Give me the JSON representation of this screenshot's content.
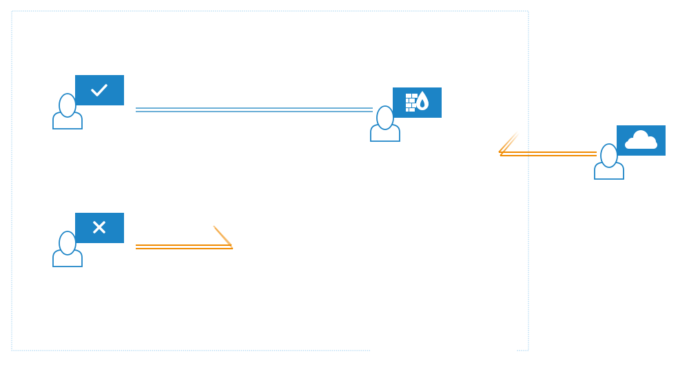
{
  "diagram": {
    "colors": {
      "badge": "#1c84c6",
      "person_outline": "#1c84c6",
      "allowed_connection": "#6aaed6",
      "blocked_connection": "#f08a00",
      "boundary": "#9fd0f0",
      "background": "#ffffff"
    },
    "nodes": [
      {
        "id": "trusted-user",
        "person": "user-icon",
        "badge": "checkmark-icon",
        "status": "allowed"
      },
      {
        "id": "untrusted-user",
        "person": "user-icon",
        "badge": "x-icon",
        "status": "denied"
      },
      {
        "id": "firewall-user",
        "person": "user-icon",
        "badge": "firewall-icon",
        "status": "gateway"
      },
      {
        "id": "cloud-user",
        "person": "user-icon",
        "badge": "cloud-icon",
        "status": "external"
      }
    ],
    "connections": [
      {
        "from": "trusted-user",
        "to": "firewall-user",
        "style": "allowed",
        "color": "#6aaed6"
      },
      {
        "from": "untrusted-user",
        "to": "internal-network",
        "style": "blocked",
        "color": "#f08a00"
      },
      {
        "from": "cloud-user",
        "to": "internal-network",
        "style": "blocked",
        "color": "#f08a00"
      }
    ],
    "boundary": {
      "style": "dotted",
      "color": "#9fd0f0"
    }
  }
}
